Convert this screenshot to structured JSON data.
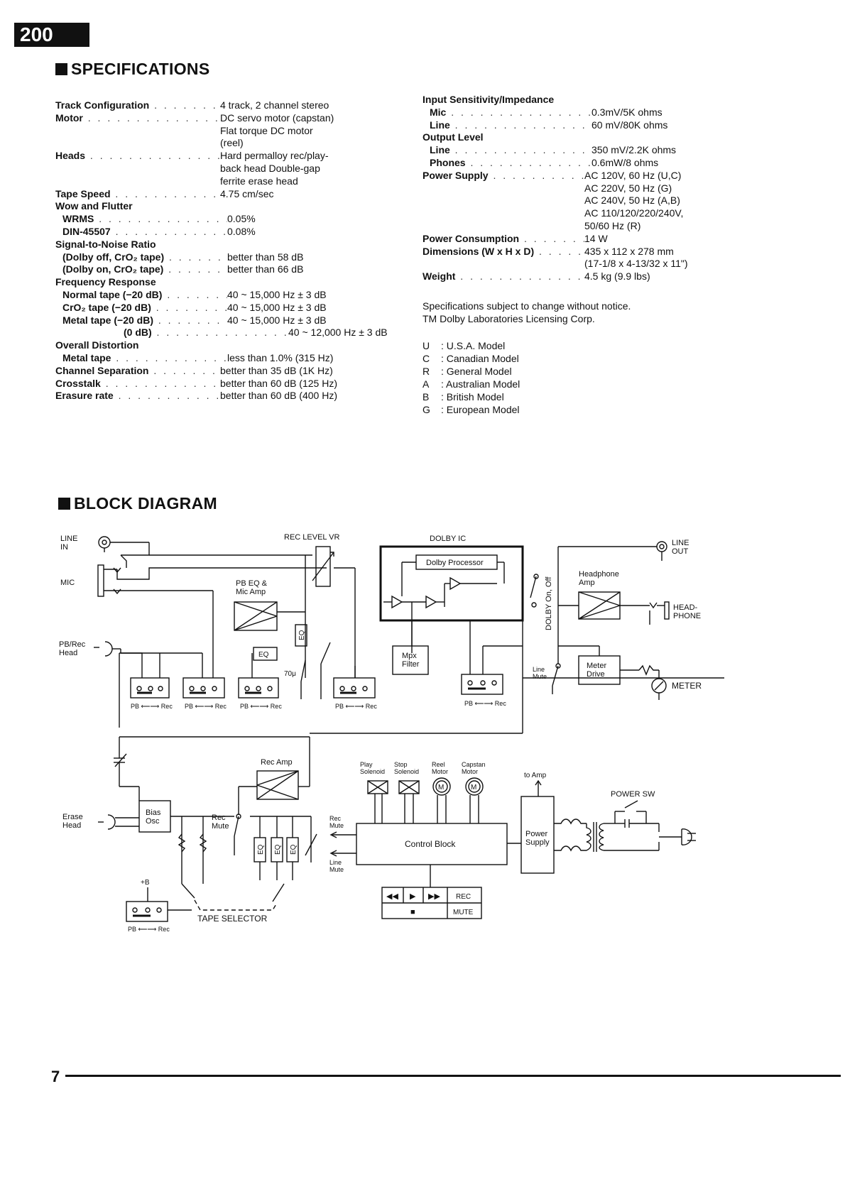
{
  "header": {
    "model_tab": "200"
  },
  "specifications": {
    "title": "SPECIFICATIONS",
    "left": [
      {
        "label": "Track Configuration",
        "value": "4 track, 2 channel stereo",
        "level": 0,
        "dots": true
      },
      {
        "label": "Motor",
        "value": "DC servo motor (capstan)\nFlat torque DC motor\n(reel)",
        "level": 0,
        "dots": true
      },
      {
        "label": "Heads",
        "value": "Hard permalloy rec/play-\nback head Double-gap\nferrite erase head",
        "level": 0,
        "dots": true
      },
      {
        "label": "Tape Speed",
        "value": "4.75 cm/sec",
        "level": 0,
        "dots": true
      },
      {
        "label": "Wow and Flutter",
        "value": "",
        "level": 0,
        "dots": false
      },
      {
        "label": "WRMS",
        "value": "0.05%",
        "level": 1,
        "dots": true
      },
      {
        "label": "DIN-45507",
        "value": "0.08%",
        "level": 1,
        "dots": true
      },
      {
        "label": "Signal-to-Noise Ratio",
        "value": "",
        "level": 0,
        "dots": false
      },
      {
        "label": "(Dolby off, CrO₂ tape)",
        "value": "better than 58 dB",
        "level": 1,
        "dots": true
      },
      {
        "label": "(Dolby on, CrO₂ tape)",
        "value": "better than 66 dB",
        "level": 1,
        "dots": true
      },
      {
        "label": "Frequency Response",
        "value": "",
        "level": 0,
        "dots": false
      },
      {
        "label": "Normal tape (−20 dB)",
        "value": "40 ~ 15,000 Hz ± 3 dB",
        "level": 1,
        "dots": true
      },
      {
        "label": "CrO₂ tape (−20 dB)",
        "value": "40 ~ 15,000 Hz ± 3 dB",
        "level": 1,
        "dots": true
      },
      {
        "label": "Metal tape (−20 dB)",
        "value": "40 ~ 15,000 Hz ± 3 dB",
        "level": 1,
        "dots": true
      },
      {
        "label": "(0 dB)",
        "value": "40 ~ 12,000 Hz ± 3 dB",
        "level": 2,
        "dots": true
      },
      {
        "label": "Overall Distortion",
        "value": "",
        "level": 0,
        "dots": false
      },
      {
        "label": "Metal tape",
        "value": "less than 1.0% (315 Hz)",
        "level": 1,
        "dots": true
      },
      {
        "label": "Channel Separation",
        "value": "better than 35 dB (1K Hz)",
        "level": 0,
        "dots": true
      },
      {
        "label": "Crosstalk",
        "value": "better than 60 dB (125 Hz)",
        "level": 0,
        "dots": true
      },
      {
        "label": "Erasure rate",
        "value": "better than 60 dB (400 Hz)",
        "level": 0,
        "dots": true
      }
    ],
    "right": [
      {
        "label": "Input Sensitivity/Impedance",
        "value": "",
        "level": 0,
        "dots": false
      },
      {
        "label": "Mic",
        "value": "0.3mV/5K ohms",
        "level": 1,
        "dots": true
      },
      {
        "label": "Line",
        "value": "60 mV/80K ohms",
        "level": 1,
        "dots": true
      },
      {
        "label": "Output Level",
        "value": "",
        "level": 0,
        "dots": false
      },
      {
        "label": "Line",
        "value": "350 mV/2.2K ohms",
        "level": 1,
        "dots": true
      },
      {
        "label": "Phones",
        "value": "0.6mW/8 ohms",
        "level": 1,
        "dots": true
      },
      {
        "label": "Power Supply",
        "value": "AC 120V, 60 Hz (U,C)\nAC 220V, 50 Hz (G)\nAC 240V, 50 Hz (A,B)\nAC 110/120/220/240V,\n50/60 Hz (R)",
        "level": 0,
        "dots": true
      },
      {
        "label": "Power Consumption",
        "value": "14 W",
        "level": 0,
        "dots": true
      },
      {
        "label": "Dimensions (W x H x D)",
        "value": "435 x 112 x 278 mm\n(17-1/8 x 4-13/32 x 11\")",
        "level": 0,
        "dots": true
      },
      {
        "label": "Weight",
        "value": "4.5 kg (9.9 lbs)",
        "level": 0,
        "dots": true
      }
    ],
    "notes": [
      "Specifications subject to change without notice.",
      "TM Dolby Laboratories Licensing Corp."
    ],
    "models": [
      {
        "code": "U",
        "name": "U.S.A. Model"
      },
      {
        "code": "C",
        "name": "Canadian Model"
      },
      {
        "code": "R",
        "name": "General Model"
      },
      {
        "code": "A",
        "name": "Australian Model"
      },
      {
        "code": "B",
        "name": "British Model"
      },
      {
        "code": "G",
        "name": "European Model"
      }
    ]
  },
  "block_diagram": {
    "title": "BLOCK DIAGRAM",
    "labels": {
      "line_in_1": "LINE",
      "line_in_2": "IN",
      "mic": "MIC",
      "pb_rec_head_1": "PB/Rec",
      "pb_rec_head_2": "Head",
      "rec_level_vr": "REC LEVEL VR",
      "dolby_ic": "DOLBY IC",
      "dolby_processor": "Dolby Processor",
      "dolby_switch": "DOLBY On, Off",
      "pb_eq_1": "PB EQ &",
      "pb_eq_2": "Mic Amp",
      "eq": "EQ",
      "cap_70u": "70μ",
      "mpx_1": "Mpx",
      "mpx_2": "Filter",
      "line_mute_1": "Line",
      "line_mute_2": "Mute",
      "headphone_amp_1": "Headphone",
      "headphone_amp_2": "Amp",
      "headphone_1": "HEAD-",
      "headphone_2": "PHONE",
      "line_out_1": "LINE",
      "line_out_2": "OUT",
      "meter_drive_1": "Meter",
      "meter_drive_2": "Drive",
      "meter": "METER",
      "pb_rec_switch": "PB ⟵⟶ Rec",
      "rec_amp": "Rec Amp",
      "erase_head_1": "Erase",
      "erase_head_2": "Head",
      "bias_osc_1": "Bias",
      "bias_osc_2": "Osc",
      "rec_mute_1": "Rec",
      "rec_mute_2": "Mute",
      "plus_b": "+B",
      "tape_selector": "TAPE SELECTOR",
      "play_sol_1": "Play",
      "play_sol_2": "Solenoid",
      "stop_sol_1": "Stop",
      "stop_sol_2": "Solenoid",
      "reel_motor_1": "Reel",
      "reel_motor_2": "Motor",
      "capstan_motor_1": "Capstan",
      "capstan_motor_2": "Motor",
      "motor_symbol": "M",
      "to_amp": "to Amp",
      "control_block": "Control Block",
      "rec_mute_out_1": "Rec",
      "rec_mute_out_2": "Mute",
      "line_mute_out_1": "Line",
      "line_mute_out_2": "Mute",
      "power_supply_1": "Power",
      "power_supply_2": "Supply",
      "power_sw": "POWER SW",
      "key_rew": "◀◀",
      "key_play": "▶",
      "key_ff": "▶▶",
      "key_rec": "REC",
      "key_stop": "■",
      "key_mute": "MUTE"
    }
  },
  "footer": {
    "page_number": "7"
  }
}
